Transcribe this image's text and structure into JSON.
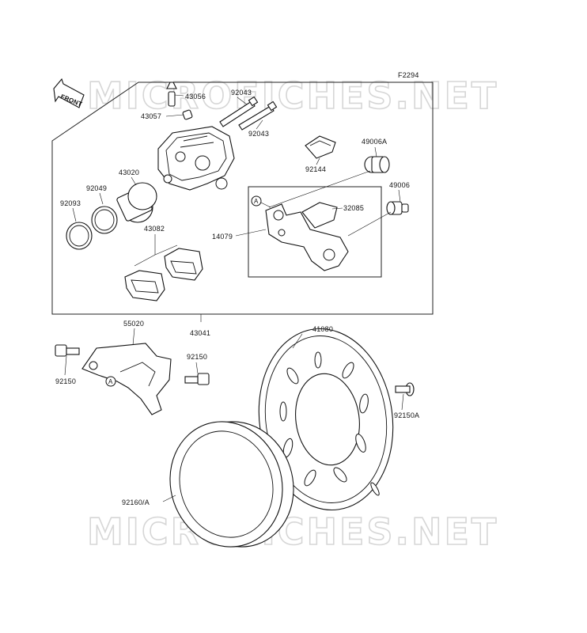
{
  "diagram_code": "F2294",
  "watermark_text": "MICROFICHES.NET",
  "front_label": "FRONT",
  "circle_ref": "A",
  "parts": {
    "p43056": "43056",
    "p43057": "43057",
    "p92043a": "92043",
    "p92043b": "92043",
    "p49006a": "49006A",
    "p92144": "92144",
    "p43020": "43020",
    "p92049": "92049",
    "p92093": "92093",
    "p49006": "49006",
    "p32085": "32085",
    "p14079": "14079",
    "p43082": "43082",
    "p55020": "55020",
    "p43041": "43041",
    "p41080": "41080",
    "p92150a": "92150",
    "p92150b": "92150",
    "p92150A": "92150A",
    "p92160A": "92160/A"
  }
}
